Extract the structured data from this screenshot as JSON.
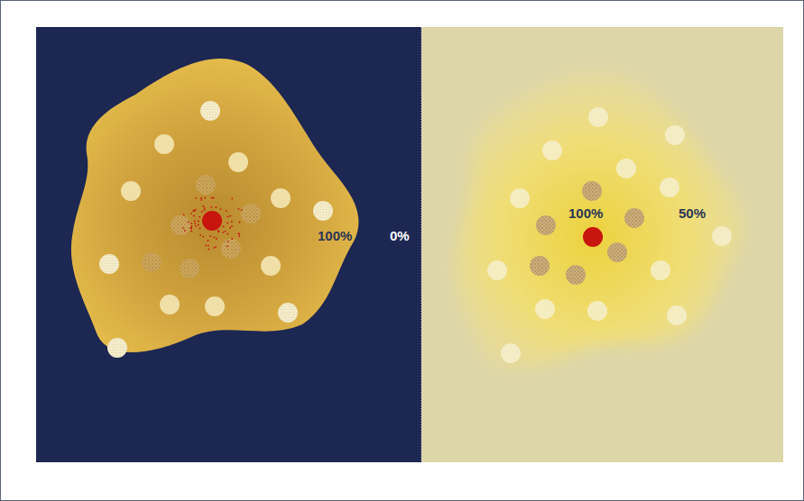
{
  "diagram": {
    "labels": [
      "100%",
      "0%",
      "100%",
      "50%"
    ]
  }
}
